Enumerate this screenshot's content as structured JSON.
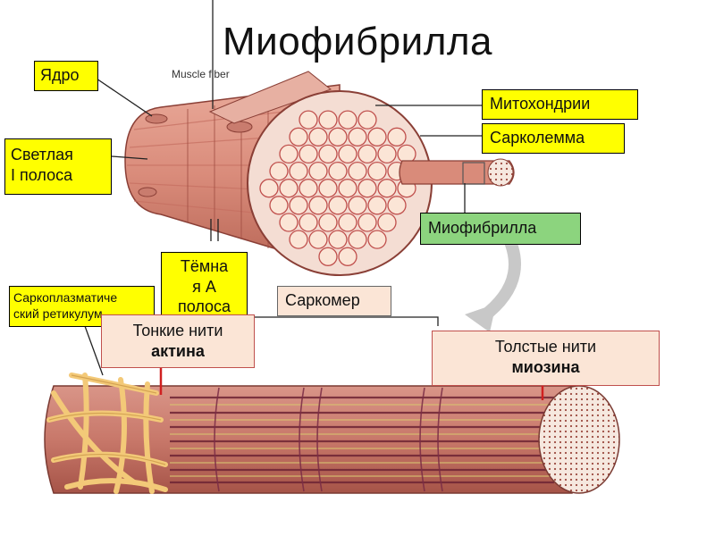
{
  "title": "Миофибрилла",
  "caption_muscle_fiber": "Muscle fiber",
  "labels": {
    "nucleus": "Ядро",
    "light_band": [
      "Светлая",
      "I полоса"
    ],
    "mitochondria": "Митохондрии",
    "sarcolemma": "Сарколемма",
    "myofibril": "Миофибрилла",
    "dark_band": [
      "Тёмна",
      "я А",
      "полоса"
    ],
    "sarcoplasmic_reticulum": [
      "Саркоплазматиче",
      "ский ретикулум"
    ],
    "sarcomere": "Саркомер",
    "thin_filaments": [
      "Тонкие нити",
      "актина"
    ],
    "thick_filaments": [
      "Толстые нити",
      "миозина"
    ]
  },
  "colors": {
    "label_yellow": "#ffff00",
    "label_green": "#8cd47e",
    "label_pink": "#fbe5d6",
    "muscle": "#d98b7a",
    "muscle_dark": "#b85f52",
    "fibril_dot": "#c0504d",
    "reticulum": "#f5c97a"
  }
}
